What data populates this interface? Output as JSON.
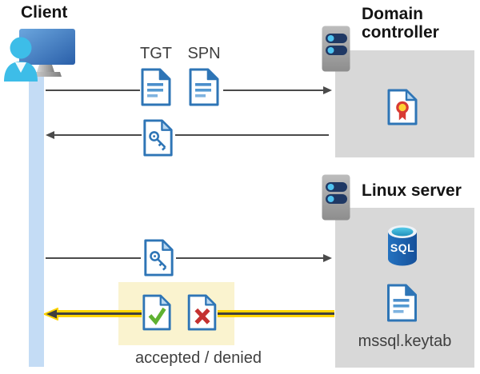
{
  "client": {
    "label": "Client"
  },
  "domain_controller": {
    "title": "Domain controller"
  },
  "linux_server": {
    "title": "Linux server",
    "sql_badge": "SQL",
    "keytab_label": "mssql.keytab"
  },
  "flow_labels": {
    "tgt": "TGT",
    "spn": "SPN",
    "result": "accepted / denied"
  },
  "icons": {
    "client_user": "monitor-with-person",
    "server": "server-rack",
    "ticket_document": "document-with-text-lines",
    "key_document": "document-with-key",
    "certificate_document": "document-with-rosette-seal",
    "sql_database": "database-cylinder-sql",
    "keytab_document": "document-with-text-lines",
    "accepted_document": "document-with-green-check",
    "denied_document": "document-with-red-x"
  },
  "colors": {
    "document_blue": "#2e75b6",
    "box_gray": "#d8d8d8",
    "highlight_yellow": "#faf3cf",
    "arrow_yellow": "#ffd400",
    "arrow_gray": "#4a4a4a",
    "lifeline_blue": "#c4dcf5",
    "accepted_green": "#5fb130",
    "denied_red": "#c43131",
    "sql_blue": "#1b63ae",
    "person_cyan": "#3dbde8"
  }
}
